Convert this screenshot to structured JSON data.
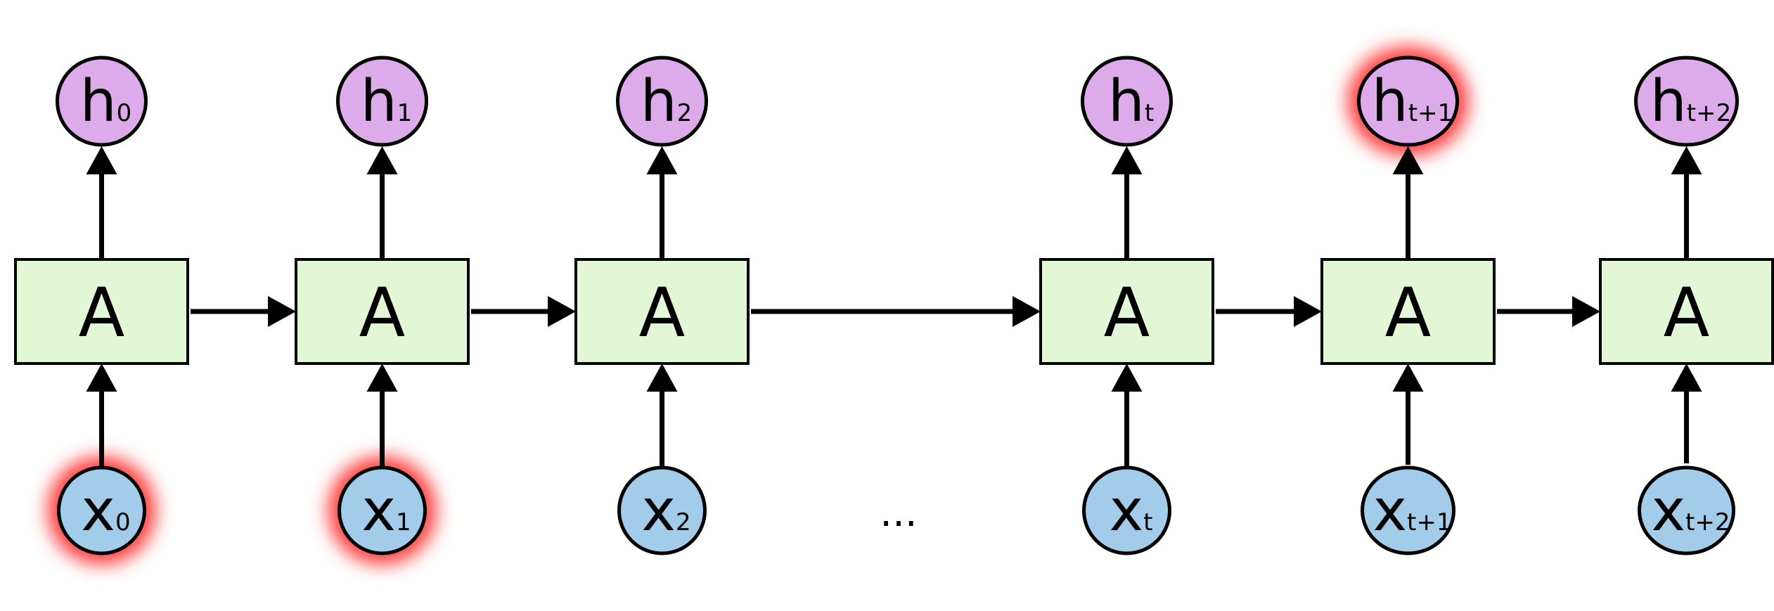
{
  "diagram": {
    "ellipsis": "...",
    "colors": {
      "cell_fill": "#e1f7d5",
      "hidden_fill": "#ddaaea",
      "input_fill": "#a3cbea",
      "highlight_glow": "#ff3b3b",
      "stroke": "#000000"
    },
    "steps": [
      {
        "cell": "A",
        "h": "h",
        "h_sub": "0",
        "x": "x",
        "x_sub": "0",
        "h_highlight": false,
        "x_highlight": true
      },
      {
        "cell": "A",
        "h": "h",
        "h_sub": "1",
        "x": "x",
        "x_sub": "1",
        "h_highlight": false,
        "x_highlight": true
      },
      {
        "cell": "A",
        "h": "h",
        "h_sub": "2",
        "x": "x",
        "x_sub": "2",
        "h_highlight": false,
        "x_highlight": false
      },
      {
        "cell": "A",
        "h": "h",
        "h_sub": "t",
        "x": "x",
        "x_sub": "t",
        "h_highlight": false,
        "x_highlight": false
      },
      {
        "cell": "A",
        "h": "h",
        "h_sub": "t+1",
        "x": "x",
        "x_sub": "t+1",
        "h_highlight": true,
        "x_highlight": false
      },
      {
        "cell": "A",
        "h": "h",
        "h_sub": "t+2",
        "x": "x",
        "x_sub": "t+2",
        "h_highlight": false,
        "x_highlight": false
      }
    ]
  }
}
